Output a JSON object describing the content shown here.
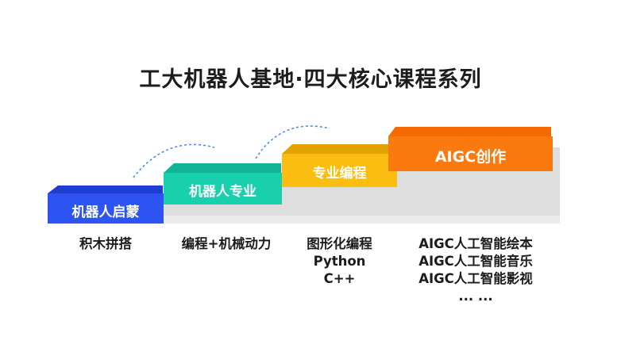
{
  "title": "工大机器人基地·四大核心课程系列",
  "stages": [
    {
      "label": "机器人启蒙",
      "color": "#2d54f2",
      "courses": [
        "积木拼搭"
      ]
    },
    {
      "label": "机器人专业",
      "color": "#18cfae",
      "courses": [
        "编程+机械动力"
      ]
    },
    {
      "label": "专业编程",
      "color": "#fbbd0f",
      "courses": [
        "图形化编程",
        "Python",
        "C++"
      ]
    },
    {
      "label": "AIGC创作",
      "color": "#fb7a10",
      "courses": [
        "AIGC人工智能绘本",
        "AIGC人工智能音乐",
        "AIGC人工智能影视",
        "... ..."
      ]
    }
  ]
}
